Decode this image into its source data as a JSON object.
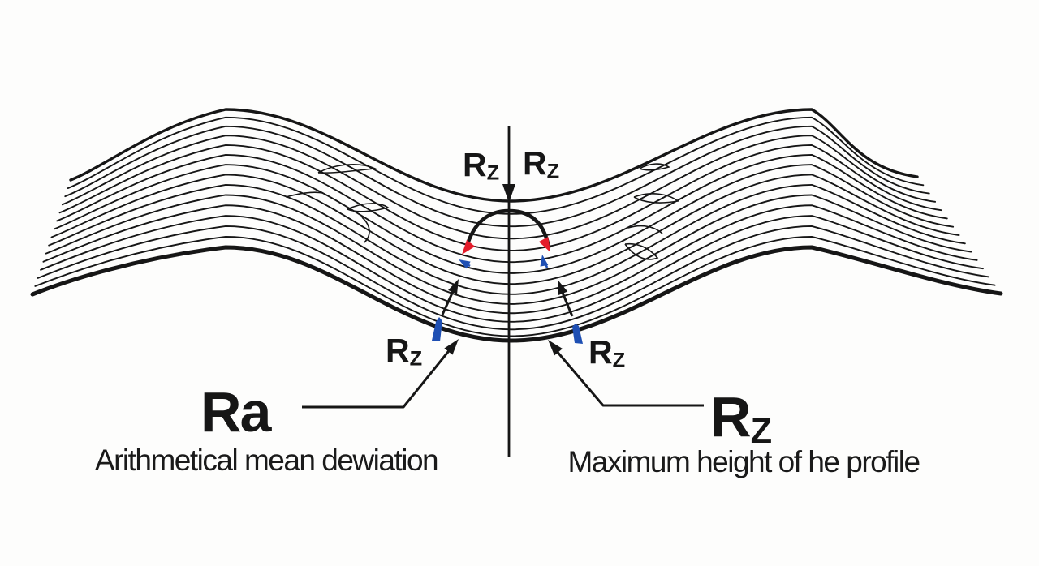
{
  "figure": {
    "background": "#fdfdfc",
    "ink": "#161616",
    "red_accent": "#e41c2a",
    "blue_accent": "#1e4fb3",
    "contour_line_count": 15
  },
  "annotations": {
    "rz_arrow_left": {
      "base": "R",
      "sub": "Z"
    },
    "rz_arrow_right": {
      "base": "R",
      "sub": "Z"
    },
    "rz_valley_left": {
      "base": "R",
      "sub": "Z"
    },
    "rz_valley_right": {
      "base": "R",
      "sub": "Z"
    }
  },
  "legend": {
    "ra": {
      "title": "Ra",
      "subtitle": "Arithmetical mean dewiation"
    },
    "rz": {
      "title_base": "R",
      "title_sub": "Z",
      "subtitle": "Maximum height of he profile"
    }
  }
}
